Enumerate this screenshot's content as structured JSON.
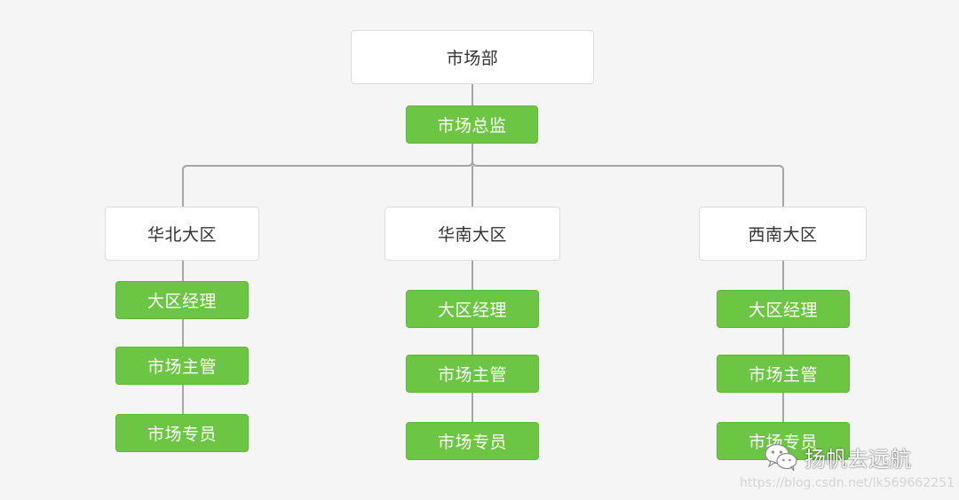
{
  "diagram": {
    "root": {
      "label": "市场部"
    },
    "director": {
      "label": "市场总监"
    },
    "regions": [
      {
        "label": "华北大区",
        "roles": [
          "大区经理",
          "市场主管",
          "市场专员"
        ]
      },
      {
        "label": "华南大区",
        "roles": [
          "大区经理",
          "市场主管",
          "市场专员"
        ]
      },
      {
        "label": "西南大区",
        "roles": [
          "大区经理",
          "市场主管",
          "市场专员"
        ]
      }
    ]
  },
  "watermark": {
    "account": "扬帆去远航",
    "url": "https://blog.csdn.net/lk569662251",
    "icon": "wechat-icon"
  },
  "colors": {
    "role_fill": "#6cc644",
    "org_fill": "#ffffff",
    "connector": "#9a9a9a",
    "background": "#f5f5f5"
  }
}
